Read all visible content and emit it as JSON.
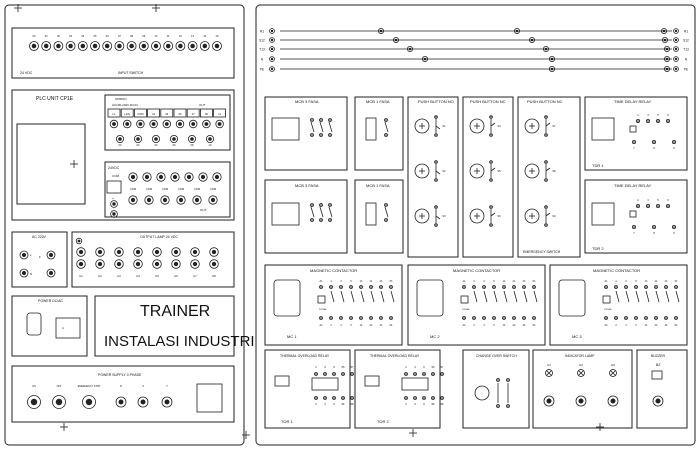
{
  "left_panel": {
    "input_switch": {
      "label_left": "24 VDC",
      "label": "INPUT SWITCH"
    },
    "plc": {
      "title": "PLC UNIT CP1E",
      "io_header": {
        "line1": "OMRON",
        "line2": "AC100-240V",
        "line3": "DC24",
        "out": "OUT"
      },
      "row1_labels": [
        "L1",
        "L2/N",
        "COM",
        "01",
        "03",
        "05",
        "07",
        "09",
        "11"
      ],
      "row2_labels": [
        "00",
        "02",
        "04",
        "06",
        "08",
        "10"
      ]
    },
    "relay_block": {
      "label": "24VDC",
      "sub1": "COM",
      "sub2": "+",
      "sub3": "-",
      "row1_labels": [
        "00",
        "01",
        "02",
        "03",
        "04",
        "05",
        "06"
      ],
      "row2_labels": [
        "COM",
        "COM",
        "COM",
        "COM",
        "COM",
        "COM"
      ],
      "note": "OUT"
    },
    "ac220": {
      "title": "AC 220V",
      "l1": "L",
      "l2": "N",
      "l3": "F"
    },
    "output_lamp": {
      "title": "OUTPUT LAMP 24 VDC",
      "labels": [
        "H1",
        "H2",
        "H3",
        "H4",
        "H5",
        "H6",
        "H7",
        "H8"
      ]
    },
    "power_dc": {
      "title": "POWER DC/AC"
    },
    "trainer": {
      "line1": "TRAINER",
      "line2": "INSTALASI INDUSTRI"
    },
    "power_supply": {
      "title": "POWER SUPPLY 3 PHASE",
      "labels": [
        "ON",
        "OFF",
        "EMERGENCY STOP",
        "R",
        "S",
        "T"
      ]
    }
  },
  "right_panel": {
    "bus_labels_left": [
      "R1",
      "S12",
      "T13",
      "N",
      "PE"
    ],
    "bus_labels_right": [
      "R1",
      "S12",
      "T13",
      "N",
      "PE"
    ],
    "mcb3_top": "MCB 3 FASA",
    "mcb3_bottom": "MCB 3 FASA",
    "mcb1_top": "MCB 1 FASA",
    "mcb1_bottom": "MCB 1 FASA",
    "pb_no": "PUSH BUTTON NO",
    "pb_nc": "PUSH BUTTON NC",
    "pb_nc2": "PUSH BUTTON NC",
    "pb_no_labels": [
      "S1",
      "S2",
      "S3"
    ],
    "pb_nc_labels": [
      "S4",
      "S5",
      "S6"
    ],
    "pb_nc2_labels": [
      "S7",
      "S8",
      "S9"
    ],
    "emergency": "EMERGENCY SWITCH",
    "tdr1": {
      "title": "TIME DELAY RELAY",
      "name": "TDR 1",
      "pins": [
        "7",
        "8",
        "6"
      ]
    },
    "tdr2": {
      "title": "TIME DELAY RELAY",
      "name": "TDR 2",
      "pins": [
        "7",
        "8",
        "6"
      ]
    },
    "tdr_top_pins": [
      "2",
      "4",
      "5",
      "6"
    ],
    "mc_title": "MAGNETIC CONTACTOR",
    "mc_top_pins": [
      "A1",
      "1",
      "3",
      "5",
      "13",
      "21",
      "43",
      "53"
    ],
    "mc_bottom_pins": [
      "A2",
      "2",
      "4",
      "6",
      "14",
      "22",
      "44",
      "54"
    ],
    "mc_coil": "220VAC",
    "mc_names": [
      "MC 1",
      "MC 2",
      "MC 3"
    ],
    "tol_title": "THERMAL OVERLOAD RELAY",
    "tol_pins_top": [
      "2",
      "4",
      "6",
      "95",
      "97"
    ],
    "tol_pins_bottom": [
      "2",
      "4",
      "6",
      "96",
      "98"
    ],
    "tol_names": [
      "TOR 1",
      "TOR 2"
    ],
    "changeover": "CHANGE OVER SWITCH",
    "indicator": {
      "title": "INDICATOR LAMP",
      "labels": [
        "H1",
        "H2",
        "H3"
      ]
    },
    "buzzer": {
      "title": "BUZZER",
      "label": "BZ"
    }
  }
}
